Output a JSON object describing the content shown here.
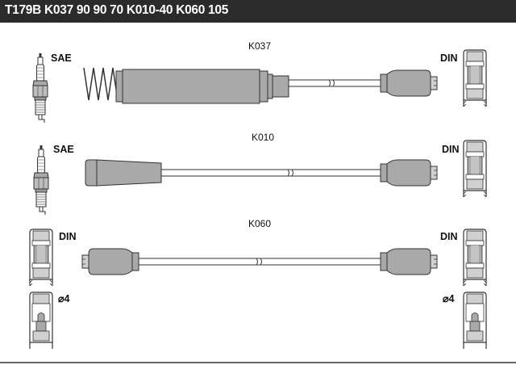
{
  "header": {
    "title": "T179B   K037  90 90 70 K010-40   K060 105",
    "background_color": "#2b2b2b",
    "text_color": "#ffffff"
  },
  "cables": [
    {
      "code": "K037",
      "left_connector": "SAE",
      "right_connector": "DIN"
    },
    {
      "code": "K010",
      "left_connector": "SAE",
      "right_connector": "DIN"
    },
    {
      "code": "K060",
      "left_connector": "DIN",
      "right_connector": "DIN"
    }
  ],
  "terminals": {
    "left_size": "⌀4",
    "right_size": "⌀4"
  },
  "colors": {
    "part_fill": "#a9a9a9",
    "part_light": "#d0d0d0",
    "outline": "#333333",
    "cable_fill": "#ffffff"
  }
}
